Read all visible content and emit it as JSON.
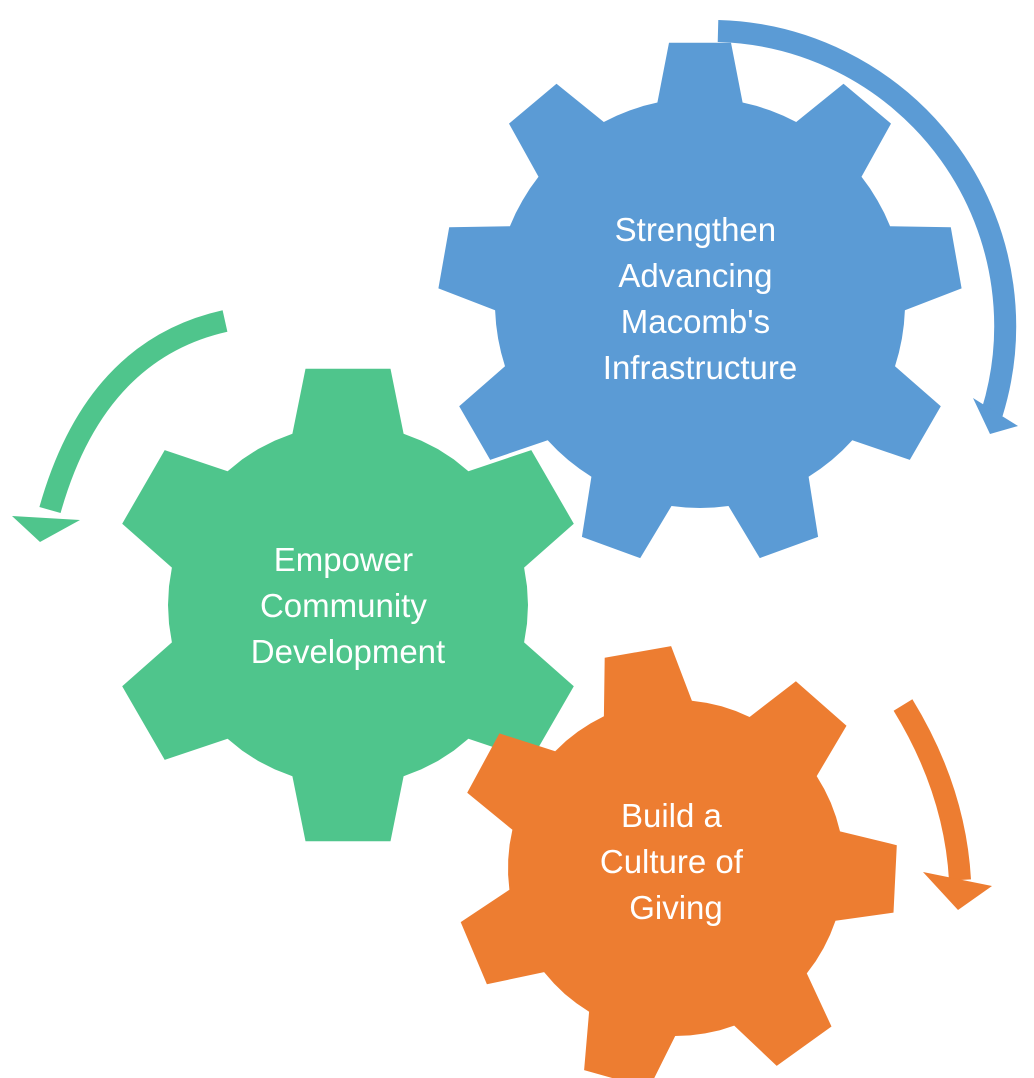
{
  "gears": [
    {
      "id": "blue",
      "color": "#5B9BD5",
      "lines": [
        "Strengthen",
        "Advancing",
        "Macomb's",
        "Infrastructure"
      ]
    },
    {
      "id": "green",
      "color": "#4FC58C",
      "lines": [
        "Empower",
        "Community",
        "Development"
      ]
    },
    {
      "id": "orange",
      "color": "#ED7D31",
      "lines": [
        "Build a",
        "Culture of",
        "Giving"
      ]
    }
  ]
}
